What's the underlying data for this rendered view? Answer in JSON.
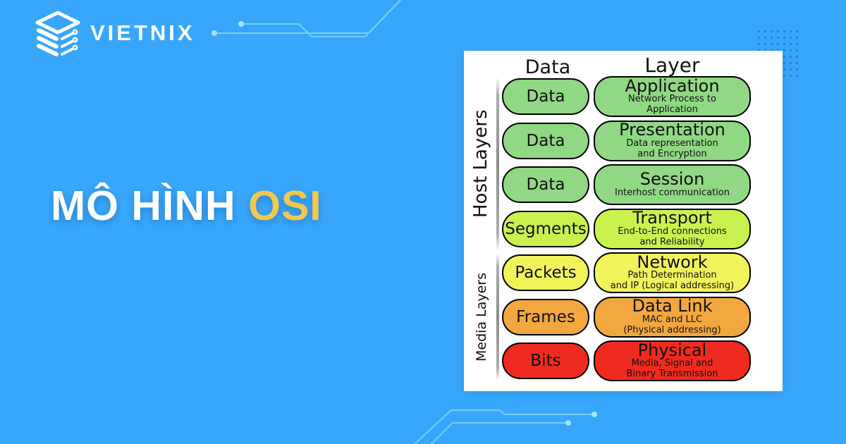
{
  "brand": {
    "name": "VIETNIX"
  },
  "title": {
    "part1": "MÔ HÌNH",
    "accent": "OSI"
  },
  "theme": {
    "background": "#38A7FB",
    "accent_yellow": "#F2C84D",
    "panel": "#FFFFFF",
    "circuit_line": "#8CDCFA",
    "dot_grid": "#2E7CD6",
    "pill_border": "#000000"
  },
  "diagram": {
    "header": {
      "data": "Data",
      "layer": "Layer"
    },
    "groups": {
      "host": {
        "label": "Host Layers"
      },
      "media": {
        "label": "Media Layers"
      }
    },
    "rows": [
      {
        "group": "host",
        "data_label": "Data",
        "layer_title": "Application",
        "layer_subtitle": "Network Process to\nApplication",
        "color": "#90D883"
      },
      {
        "group": "host",
        "data_label": "Data",
        "layer_title": "Presentation",
        "layer_subtitle": "Data representation\nand Encryption",
        "color": "#90D883"
      },
      {
        "group": "host",
        "data_label": "Data",
        "layer_title": "Session",
        "layer_subtitle": "Interhost communication",
        "color": "#90D883"
      },
      {
        "group": "host",
        "data_label": "Segments",
        "layer_title": "Transport",
        "layer_subtitle": "End-to-End connections\nand Reliability",
        "color": "#C9F24E"
      },
      {
        "group": "media",
        "data_label": "Packets",
        "layer_title": "Network",
        "layer_subtitle": "Path Determination\nand IP (Logical addressing)",
        "color": "#F1F35B"
      },
      {
        "group": "media",
        "data_label": "Frames",
        "layer_title": "Data Link",
        "layer_subtitle": "MAC and LLC\n(Physical addressing)",
        "color": "#F2A73F"
      },
      {
        "group": "media",
        "data_label": "Bits",
        "layer_title": "Physical",
        "layer_subtitle": "Media, Signal and\nBinary Transmission",
        "color": "#EE2B1E"
      }
    ]
  }
}
